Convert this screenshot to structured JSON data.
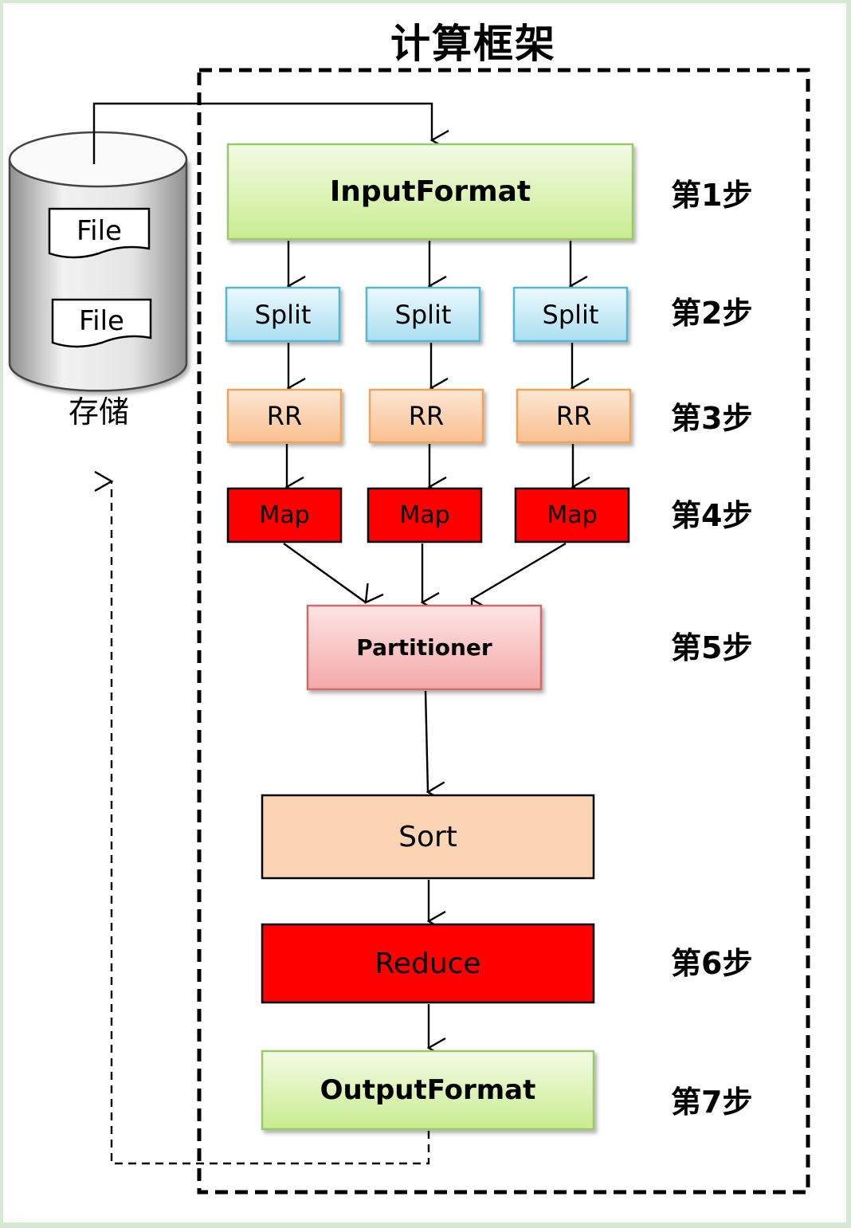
{
  "title": "计算框架",
  "storage": {
    "label": "存储",
    "files": [
      "File",
      "File"
    ]
  },
  "nodes": {
    "input_format": "InputFormat",
    "splits": [
      "Split",
      "Split",
      "Split"
    ],
    "record_readers": [
      "RR",
      "RR",
      "RR"
    ],
    "maps": [
      "Map",
      "Map",
      "Map"
    ],
    "partitioner": "Partitioner",
    "sort": "Sort",
    "reduce": "Reduce",
    "output_format": "OutputFormat"
  },
  "steps": [
    "第1步",
    "第2步",
    "第3步",
    "第4步",
    "第5步",
    "第6步",
    "第7步"
  ],
  "colors": {
    "page_border": "#d6e9d3",
    "format_fill_top": "#f3fbe6",
    "format_fill_bottom": "#c9ec8f",
    "format_stroke": "#9cc76a",
    "split_fill_top": "#ecf9fd",
    "split_fill_bottom": "#a9def0",
    "split_stroke": "#55b6d6",
    "rr_fill_top": "#fde7d4",
    "rr_fill_bottom": "#f9bf8f",
    "rr_stroke": "#f0a35c",
    "map_fill": "#ff0000",
    "partitioner_fill_top": "#fde4e4",
    "partitioner_fill_bottom": "#f5a8a8",
    "partitioner_stroke": "#d36a6a",
    "sort_fill": "#fbd4b4",
    "reduce_fill": "#ff0000",
    "storage_fill_light": "#f2f2f2",
    "storage_fill_dark": "#a9a9a9"
  }
}
